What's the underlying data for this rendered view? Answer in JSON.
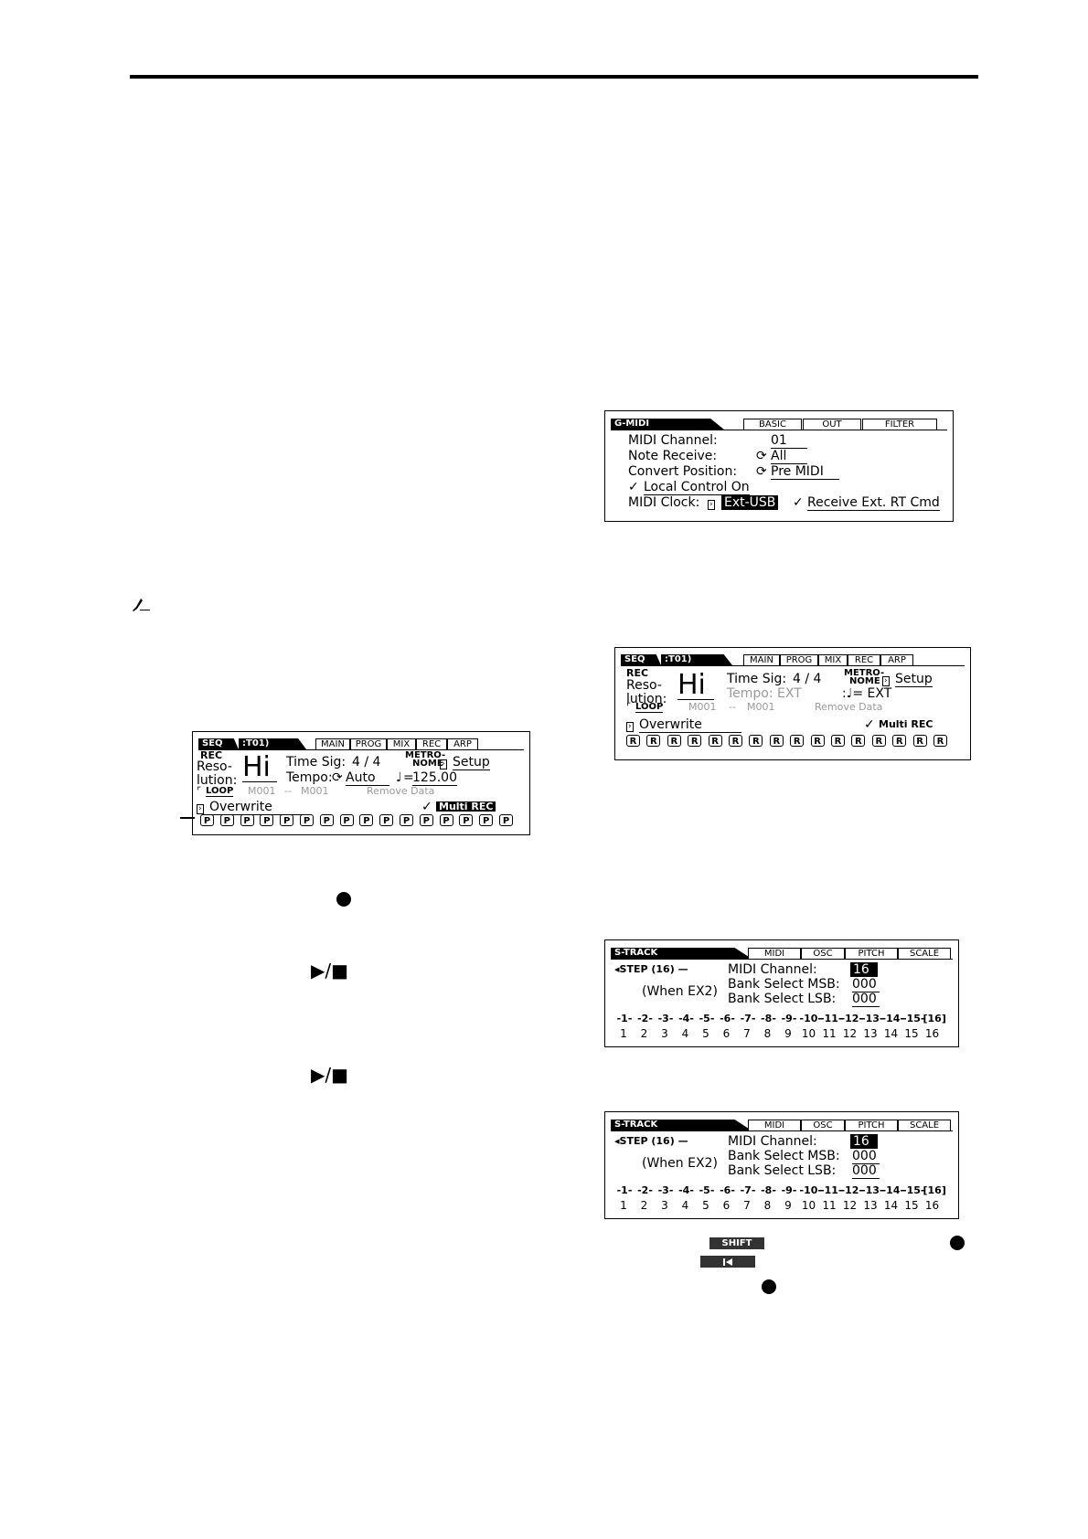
{
  "gmidi": {
    "title": "G-MIDI",
    "tabs": [
      "BASIC",
      "OUT",
      "FILTER"
    ],
    "midi_channel_label": "MIDI Channel:",
    "midi_channel_value": "01",
    "note_receive_label": "Note Receive:",
    "note_receive_value": "All",
    "convert_position_label": "Convert Position:",
    "convert_position_value": "Pre MIDI",
    "local_control": "Local Control On",
    "midi_clock_label": "MIDI Clock:",
    "midi_clock_value": "Ext-USB",
    "receive_ext": "Receive Ext. RT Cmd"
  },
  "seq1": {
    "tabs": [
      "SEQ",
      ":T01)",
      "MAIN",
      "PROG",
      "MIX",
      "REC",
      "ARP"
    ],
    "rec_label": "REC",
    "reso": "Reso-",
    "lution": "lution:",
    "hi": "Hi",
    "time_sig_label": "Time Sig:",
    "time_sig_value": "4 / 4",
    "metro1": "METRO-",
    "metro2": "NOME",
    "setup": "Setup",
    "tempo_label": "Tempo:",
    "tempo_mode": "Auto",
    "tempo_eq": "=",
    "tempo_value": "125.00",
    "loop_label": "LOOP",
    "loop_from": "M001",
    "loop_sep": "--",
    "loop_to": "M001",
    "remove_data": "Remove Data",
    "overwrite": "Overwrite",
    "multi_rec": "Multi REC",
    "pad_letter": "P"
  },
  "seq2": {
    "tabs": [
      "SEQ",
      ":T01)",
      "MAIN",
      "PROG",
      "MIX",
      "REC",
      "ARP"
    ],
    "rec_label": "REC",
    "reso": "Reso-",
    "lution": "lution:",
    "hi": "Hi",
    "time_sig_label": "Time Sig:",
    "time_sig_value": "4 / 4",
    "metro1": "METRO-",
    "metro2": "NOME",
    "setup": "Setup",
    "tempo_dim": "Tempo: EXT",
    "tempo_ext": ":♩= EXT",
    "loop_label": "LOOP",
    "loop_from": "M001",
    "loop_sep": "--",
    "loop_to": "M001",
    "remove_data": "Remove Data",
    "overwrite": "Overwrite",
    "multi_rec": "Multi REC",
    "pad_letter": "R"
  },
  "strack": {
    "title": "S-TRACK",
    "tabs": [
      "MIDI",
      "OSC",
      "PITCH",
      "SCALE"
    ],
    "step": "STEP (16)",
    "midi_channel_label": "MIDI Channel:",
    "midi_channel_value": "16",
    "when_ex2": "(When EX2)",
    "bank_msb_label": "Bank Select MSB:",
    "bank_msb_value": "000",
    "bank_lsb_label": "Bank Select LSB:",
    "bank_lsb_value": "000",
    "steps_top": [
      "1",
      "2",
      "3",
      "4",
      "5",
      "6",
      "7",
      "8",
      "9",
      "10",
      "11",
      "12",
      "13",
      "14",
      "15",
      "16"
    ],
    "steps_bottom": [
      "1",
      "2",
      "3",
      "4",
      "5",
      "6",
      "7",
      "8",
      "9",
      "10",
      "11",
      "12",
      "13",
      "14",
      "15",
      "16"
    ]
  },
  "buttons": {
    "shift": "SHIFT",
    "play_stop": "▶/■"
  },
  "colors": {
    "lcd_border": "#000000",
    "dim_text": "#9a9a9a"
  }
}
